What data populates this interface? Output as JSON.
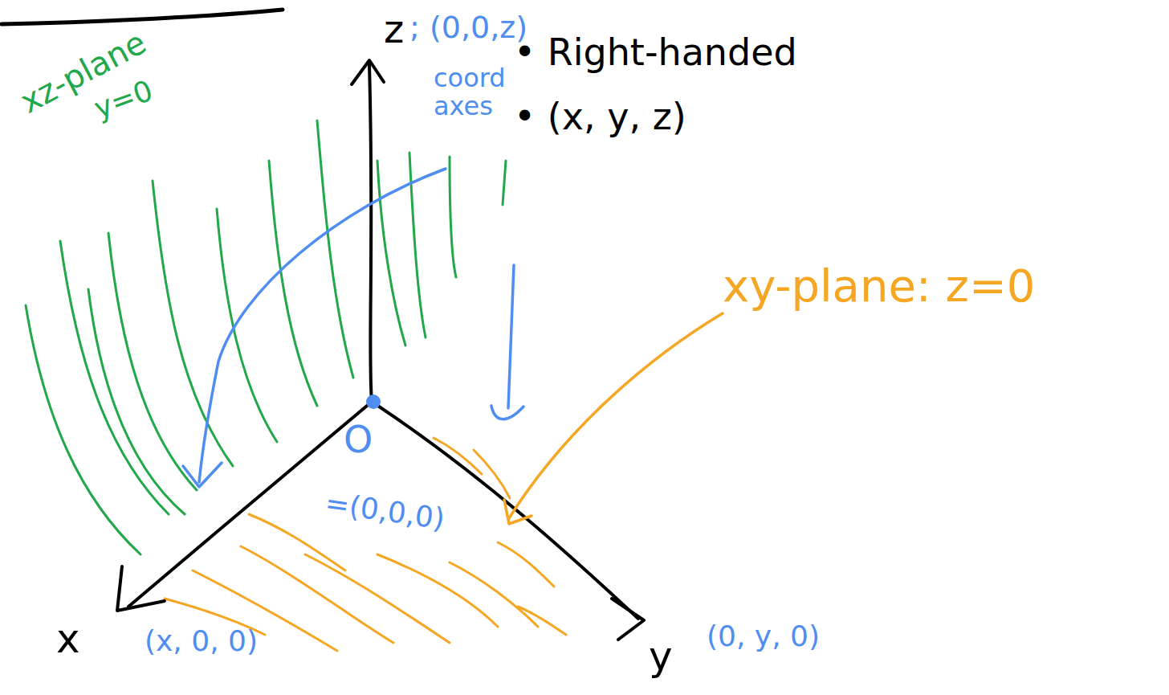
{
  "diagram": {
    "labels": [
      "z",
      "; (0,0,z)",
      "coord axes",
      "xz-plane",
      "y=0",
      "• Right-handed",
      "• (x, y, z)",
      "xy-plane: z=0",
      "O",
      "=(0,0,0)",
      "x",
      "(x, 0, 0)",
      "y",
      "(0, y, 0)"
    ]
  }
}
